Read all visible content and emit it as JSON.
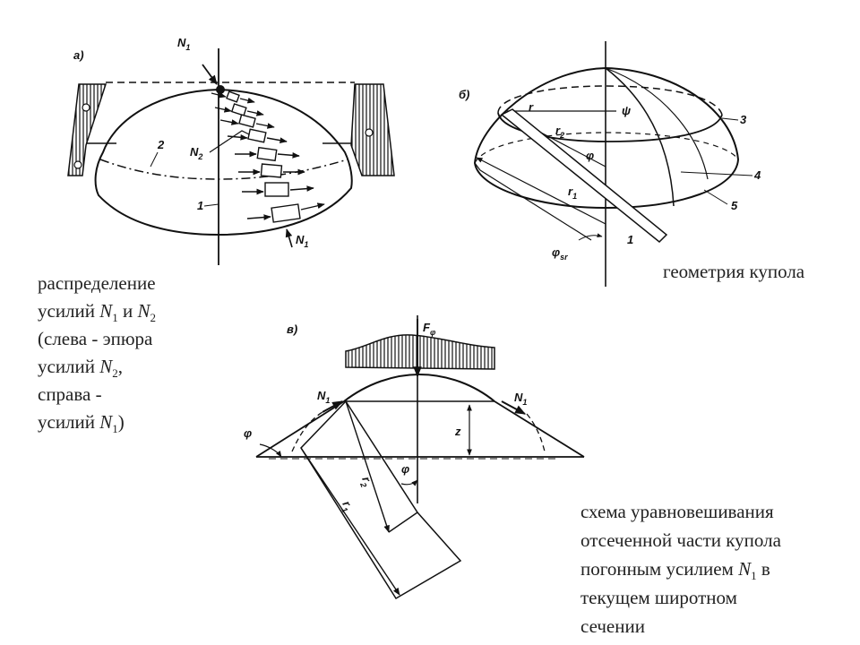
{
  "figure_a": {
    "tag": "а)",
    "n1_top": "N",
    "n1_top_sub": "1",
    "n2": "N",
    "n2_sub": "2",
    "n1_bottom": "N",
    "n1_bottom_sub": "1",
    "callout_1": "1",
    "callout_2": "2"
  },
  "figure_b": {
    "tag": "б)",
    "r": "r",
    "r2": "r",
    "r2_sub": "2",
    "r1": "r",
    "r1_sub": "1",
    "psi": "ψ",
    "phi": "φ",
    "phi_sr": "φ",
    "phi_sr_sub": "sr",
    "callout_1": "1",
    "callout_3": "3",
    "callout_4": "4",
    "callout_5": "5"
  },
  "figure_c": {
    "tag": "в)",
    "f_phi": "F",
    "f_phi_sub": "φ",
    "n1_left": "N",
    "n1_left_sub": "1",
    "n1_right": "N",
    "n1_right_sub": "1",
    "phi_left": "φ",
    "phi_mid": "φ",
    "z": "z",
    "r2": "r",
    "r2_sub": "2",
    "r1": "r",
    "r1_sub": "1"
  },
  "captions": {
    "a": {
      "line1": "распределение",
      "line2_pre": "усилий ",
      "line2_n1": "N",
      "line2_n1_sub": "1",
      "line2_mid": " и ",
      "line2_n2": "N",
      "line2_n2_sub": "2",
      "line3": "(слева - эпюра",
      "line4_pre": "усилий ",
      "line4_n": "N",
      "line4_n_sub": "2",
      "line4_post": ",",
      "line5": "справа -",
      "line6_pre": "усилий ",
      "line6_n": "N",
      "line6_n_sub": "1",
      "line6_post": ")"
    },
    "b": {
      "text": "геометрия купола"
    },
    "c": {
      "line1": "схема уравновешивания",
      "line2": "отсеченной части купола",
      "line3_pre": "погонным усилием ",
      "line3_n": "N",
      "line3_n_sub": "1",
      "line3_post": " в",
      "line4": "текущем широтном",
      "line5": "сечении"
    }
  }
}
